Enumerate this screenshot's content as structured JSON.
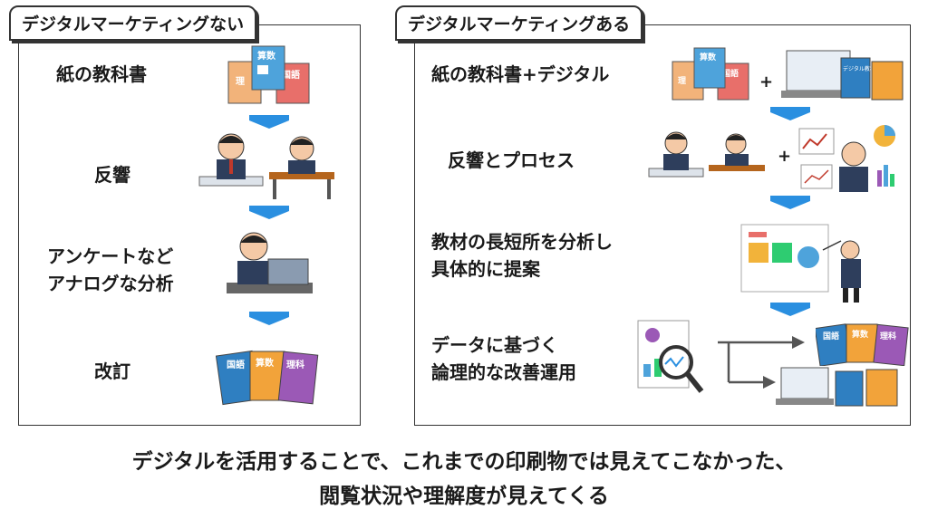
{
  "left": {
    "title": "デジタルマーケティングない",
    "steps": [
      "紙の教科書",
      "反響",
      "アンケートなど",
      "アナログな分析",
      "改訂"
    ]
  },
  "right": {
    "title": "デジタルマーケティングある",
    "steps": [
      "紙の教科書+デジタル",
      "反響とプロセス",
      "教材の長短所を分析し",
      "具体的に提案",
      "データに基づく",
      "論理的な改善運用"
    ],
    "plus": "+"
  },
  "books": {
    "sansu": "算数",
    "kokugo": "国語",
    "rika": "理",
    "rika_full": "理科",
    "digital_textbook": "デジタル教科書"
  },
  "footer": {
    "line1": "デジタルを活用することで、これまでの印刷物では見えてこなかった、",
    "line2": "閲覧状況や理解度が見えてくる"
  }
}
